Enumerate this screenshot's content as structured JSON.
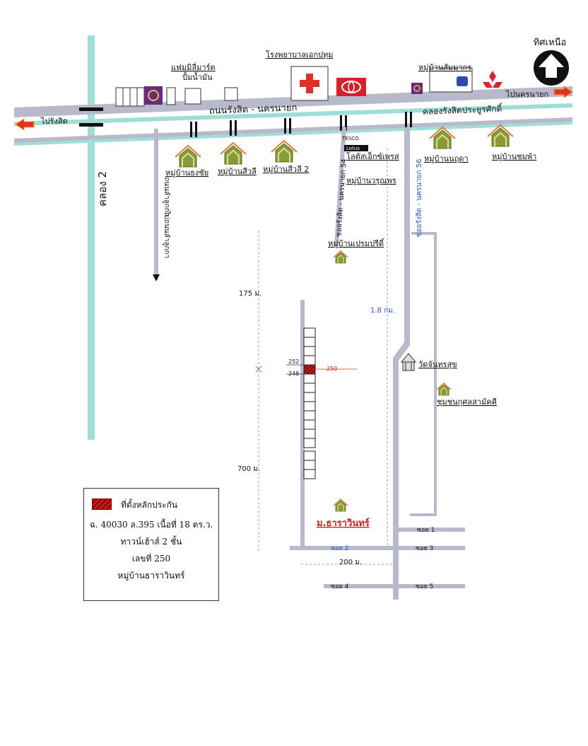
{
  "north": "ทิศเหนือ",
  "roads": {
    "main": "ถนนรังสิต - นครนายก",
    "canal_main": "คลองรังสิตประยูรศักดิ์",
    "canal2": "คลอง 2",
    "to_rangsit": "ไปรังสิต",
    "to_nakhon_nayok": "ไปนครนายก",
    "lamlukka_road": "ถนนลำลูกกา",
    "to_lamlukka": "ไปถนนลำลูกกา",
    "soi54": "ซอยรังสิต - นครนายก 54",
    "soi56": "ซอยรังสิต - นครนายก 56",
    "soi1": "ซอย 1",
    "soi2": "ซอย 2",
    "soi3": "ซอย 3",
    "soi4": "ซอย 4",
    "soi5": "ซอย 5"
  },
  "places": {
    "family_mart": "แฟมมิลี่มาร์ต",
    "gas_station": "ปั้มน้ำมัน",
    "hospital": "โรงพยาบาลเอกปทุม",
    "sampamakorn": "หมู่บ้านสัมมากร",
    "tesco_small": "TESCO",
    "lotus_small": "Lotus",
    "lotus_express": "โลตัสเอ็กซ์เพรส",
    "rungchai": "หมู่บ้านธงชัย",
    "siwalee": "หมู่บ้านสีวลี",
    "siwalee2": "หมู่บ้านสีวลี 2",
    "warunporn": "หมู่บ้านวรุณพร",
    "premprecha": "หมู่บ้านเปรมปรีดิ์",
    "nanthida": "หมู่บ้านนฤดา",
    "chompoo": "หมู่บ้านชมพ้า",
    "wat": "วัดจันทรสุข",
    "community": "ชุมชนกุศลสามัคคี",
    "village": "ม.ธาราวินทร์"
  },
  "distances": {
    "d175": "175 ม.",
    "d700": "700 ม.",
    "d18": "1.8 กม.",
    "d200": "200 ม."
  },
  "units": {
    "u252": "252",
    "u250": "250",
    "u248": "248"
  },
  "legend": {
    "title": "ที่ตั้งหลักประกัน",
    "line1": "ฉ. 40030 ล.395 เนื้อที่  18  ตร.ว.",
    "line2": "ทาวน์เฮ้าส์ 2 ชั้น",
    "line3": "เลขที่ 250",
    "line4": "หมู่บ้านธาราวินทร์"
  },
  "colors": {
    "road": "#b9b9cc",
    "canal": "#9fded6",
    "accent_red": "#e0302a",
    "village_icon": "#7a8a2a",
    "arrow_orange": "#f0a020"
  }
}
